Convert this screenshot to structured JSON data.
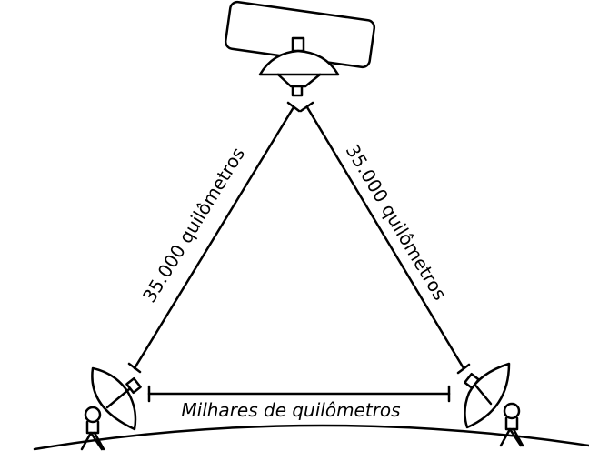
{
  "labels": {
    "left_distance": "35.000 quilômetros",
    "right_distance": "35.000 quilômetros",
    "ground_distance": "Milhares de quilômetros"
  },
  "icons": {
    "satellite": "satellite-icon",
    "left_station": "satellite-dish-icon",
    "right_station": "satellite-dish-icon"
  },
  "colors": {
    "line": "#000000",
    "background": "#ffffff"
  }
}
